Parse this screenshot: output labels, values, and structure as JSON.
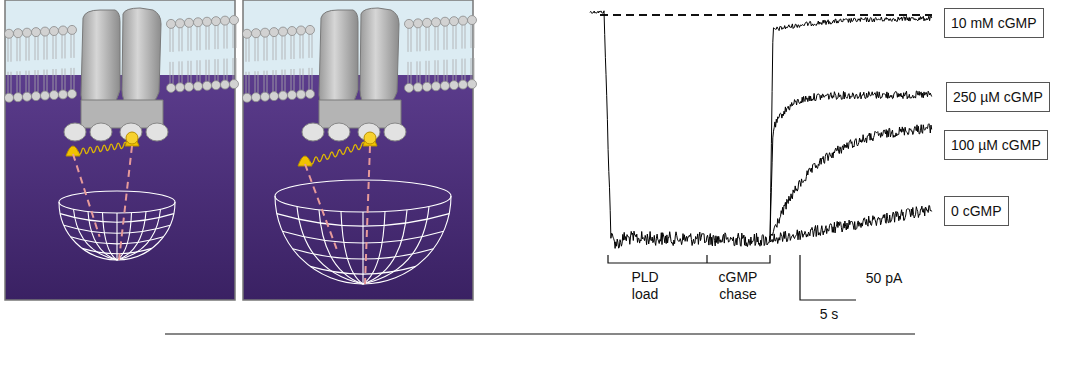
{
  "diagram": {
    "nodes": [
      {
        "text": [
          "10 mM cGMP"
        ]
      },
      {
        "text": [
          "250 µM cGMP"
        ]
      },
      {
        "text": [
          "100 µM cGMP"
        ]
      },
      {
        "text": [
          "0 cGMP"
        ]
      }
    ],
    "labels": [
      "PLD load",
      "cGMP chase",
      "50 pA",
      "5 s"
    ]
  }
}
